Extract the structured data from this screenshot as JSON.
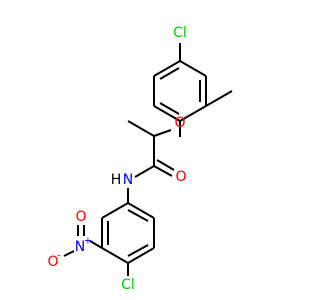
{
  "molecule": {
    "colors": {
      "bond": "#000000",
      "carbon": "#000000",
      "oxygen": "#ff0000",
      "nitrogen": "#0000ff",
      "chlorine": "#00cc00"
    },
    "atoms": [
      {
        "id": "Cl1",
        "label": "Cl",
        "element": "chlorine",
        "charge": ""
      },
      {
        "id": "O1",
        "label": "O",
        "element": "oxygen",
        "charge": ""
      },
      {
        "id": "O2",
        "label": "O",
        "element": "oxygen",
        "charge": ""
      },
      {
        "id": "N1",
        "label": "N",
        "element": "nitrogen",
        "charge": ""
      },
      {
        "id": "H1",
        "label": "H",
        "element": "carbon",
        "charge": ""
      },
      {
        "id": "N2",
        "label": "N",
        "element": "nitrogen",
        "charge": "+"
      },
      {
        "id": "O3",
        "label": "O",
        "element": "oxygen",
        "charge": "-"
      },
      {
        "id": "O4",
        "label": "O",
        "element": "oxygen",
        "charge": ""
      },
      {
        "id": "Cl2",
        "label": "Cl",
        "element": "chlorine",
        "charge": ""
      }
    ]
  }
}
